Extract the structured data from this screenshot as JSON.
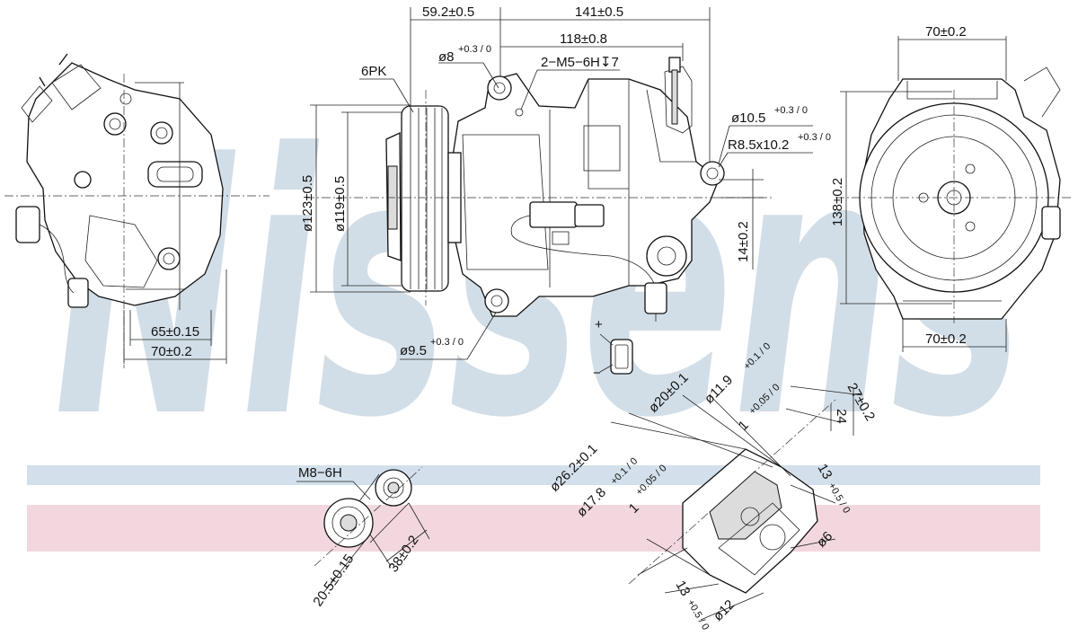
{
  "watermark": "Nissens",
  "colors": {
    "band_blue": "#d3e0eb",
    "band_red": "#f2d8de",
    "watermark": "#9bb5c9",
    "line": "#111111"
  },
  "dims": {
    "d59": "59.2±0.5",
    "d141": "141±0.5",
    "d118": "118±0.8",
    "d8": "ø8",
    "d8_tol": "+0.3 / 0",
    "thread": "2−M5−6H↧7",
    "pk": "6PK",
    "d10": "ø10.5",
    "d10_tol": "+0.3 / 0",
    "r85": "R8.5x10.2",
    "r85_tol": "+0.3 / 0",
    "d123": "ø123±0.5",
    "d119": "ø119±0.5",
    "d14": "14±0.2",
    "d138": "138±0.2",
    "d70_top": "70±0.2",
    "d70_right": "70±0.2",
    "d65": "65±0.15",
    "d70_left": "70±0.2",
    "d95": "ø9.5",
    "d95_tol": "+0.3 / 0",
    "plus": "+",
    "minus": "−",
    "m8": "M8−6H",
    "d205": "20.5±0.15",
    "d38": "38±0.2",
    "d20": "ø20±0.1",
    "d119b": "ø11.9",
    "d119b_tol": "+0.1 / 0",
    "d27": "27±0.2",
    "d24": "24",
    "d1a": "1",
    "d1a_tol": "+0.05 / 0",
    "d262": "ø26.2±0.1",
    "d178": "ø17.8",
    "d178_tol": "+0.1 / 0",
    "d1b": "1",
    "d1b_tol": "+0.05 / 0",
    "d13a": "13",
    "d13a_tol": "+0.5 / 0",
    "d6": "ø6",
    "d13b": "13",
    "d13b_tol": "+0.5 / 0",
    "d12": "ø12"
  }
}
